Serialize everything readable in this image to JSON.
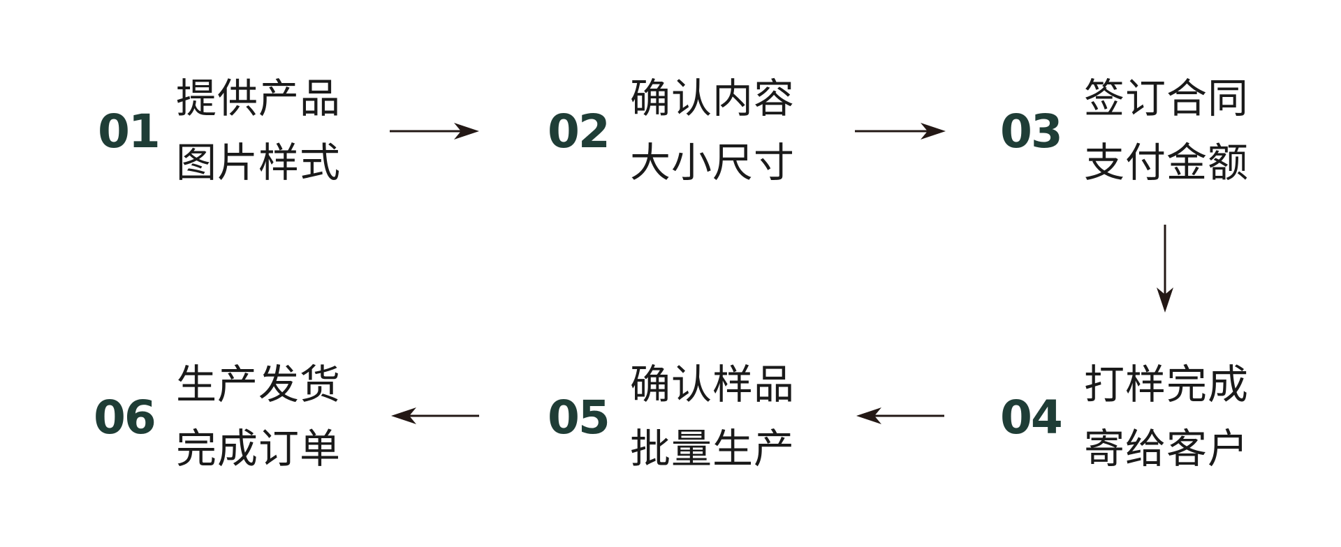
{
  "colors": {
    "number": "#1f3d36",
    "text": "#1a1a1a",
    "arrow": "#231815"
  },
  "steps": [
    {
      "number": "01",
      "line1": "提供产品",
      "line2": "图片样式"
    },
    {
      "number": "02",
      "line1": "确认内容",
      "line2": "大小尺寸"
    },
    {
      "number": "03",
      "line1": "签订合同",
      "line2": "支付金额"
    },
    {
      "number": "04",
      "line1": "打样完成",
      "line2": "寄给客户"
    },
    {
      "number": "05",
      "line1": "确认样品",
      "line2": "批量生产"
    },
    {
      "number": "06",
      "line1": "生产发货",
      "line2": "完成订单"
    }
  ],
  "arrows": [
    {
      "from": "01",
      "to": "02"
    },
    {
      "from": "02",
      "to": "03"
    },
    {
      "from": "03",
      "to": "04"
    },
    {
      "from": "04",
      "to": "05"
    },
    {
      "from": "05",
      "to": "06"
    }
  ]
}
